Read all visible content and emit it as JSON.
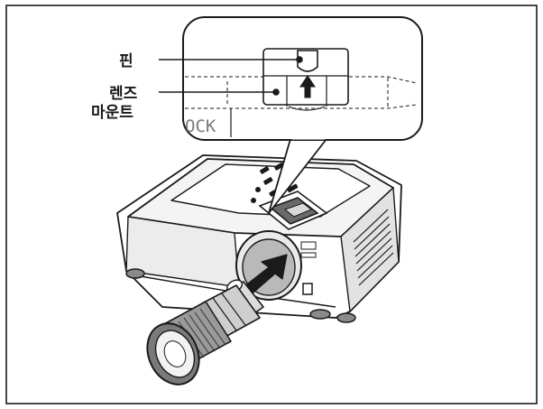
{
  "labels": {
    "pin": "핀",
    "lens_mount_line1": "렌즈",
    "lens_mount_line2": "마운트",
    "lock_text": "OCK"
  },
  "colors": {
    "stroke": "#1a1a1a",
    "light_gray": "#e6e6e6",
    "mid_gray": "#b9b9b9",
    "dark_gray": "#6a6a6a",
    "bg": "#ffffff"
  }
}
